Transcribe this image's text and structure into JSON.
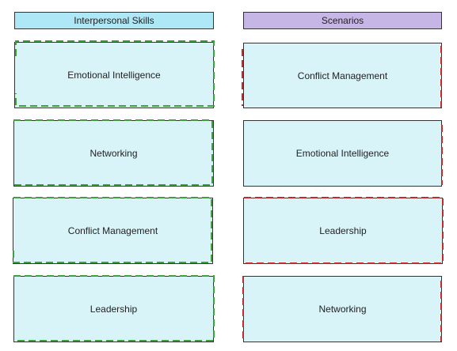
{
  "columns": {
    "left": {
      "header": "Interpersonal Skills",
      "items": [
        "Emotional Intelligence",
        "Networking",
        "Conflict Management",
        "Leadership"
      ]
    },
    "right": {
      "header": "Scenarios",
      "items": [
        "Conflict Management",
        "Emotional Intelligence",
        "Leadership",
        "Networking"
      ]
    }
  },
  "colors": {
    "left_header_fill": "#aee8f7",
    "right_header_fill": "#c6b6e6",
    "card_fill": "#d8f4f9",
    "card_border": "#333333",
    "dash_green": "#3aa33a",
    "dash_red": "#c42a2a"
  }
}
